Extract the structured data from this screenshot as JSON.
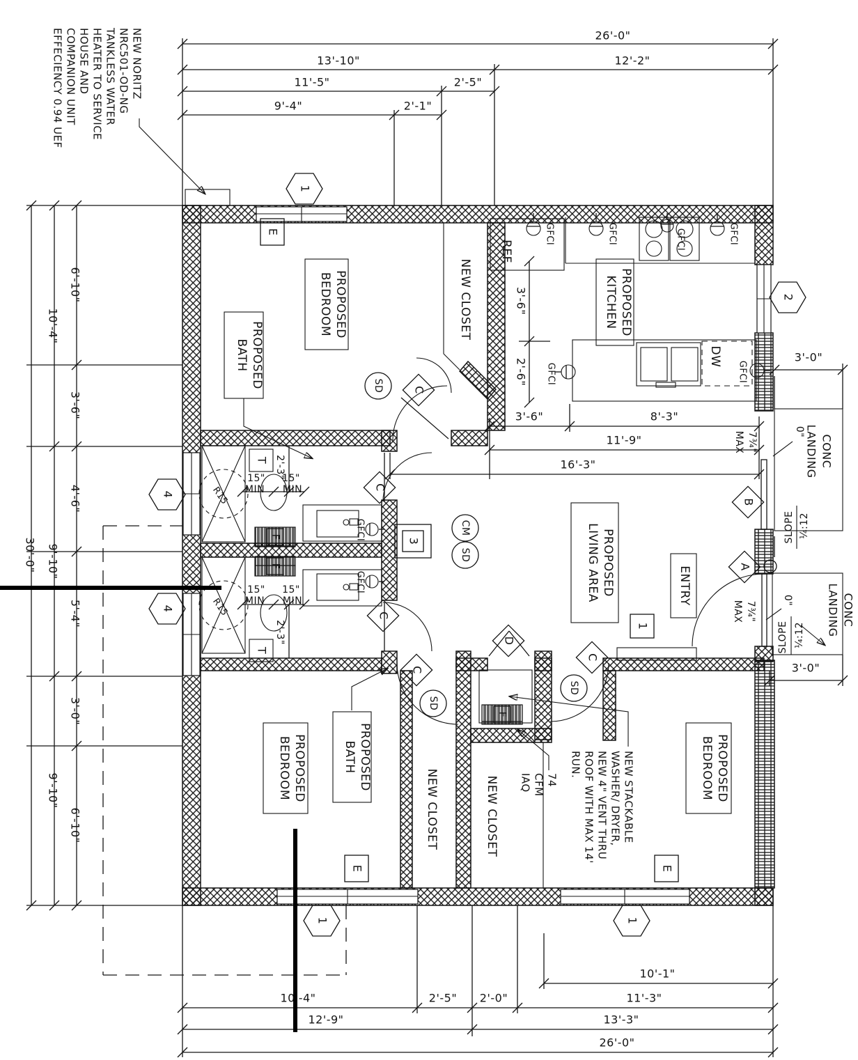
{
  "sheet": {
    "background": "#ffffff",
    "ink": "#141414"
  },
  "notes": {
    "water_heater": {
      "l1": "NEW NORITZ",
      "l2": "NRC501-OD-NG",
      "l3": "TANKLESS WATER",
      "l4": "HEATER TO SERVICE",
      "l5": "HOUSE AND",
      "l6": "COMPANION UNIT",
      "l7": "EFFECIENCY 0.94 UEF"
    },
    "washer": {
      "l1": "NEW STACKABLE",
      "l2": "WASHER/ DRYER,",
      "l3": "NEW 4\" VENT THRU",
      "l4": "ROOF WITH MAX 14'",
      "l5": "RUN."
    },
    "iaq": {
      "l1": "74",
      "l2": "CFM",
      "l3": "IAQ"
    }
  },
  "rooms": {
    "proposed": "PROPOSED",
    "bedroom": "BEDROOM",
    "bath": "BATH",
    "kitchen": "KITCHEN",
    "living": "LIVING AREA",
    "entry": "ENTRY",
    "new_closet": "NEW CLOSET",
    "ref": "REF",
    "dw": "DW"
  },
  "landing": {
    "conc": "CONC",
    "landing": "LANDING",
    "slope": "SLOPE",
    "ratio": "¼:12",
    "zero": "0\"",
    "rise": "7¾\"",
    "max": "MAX"
  },
  "dims": {
    "top": {
      "w26": "26'-0\"",
      "w13_10": "13'-10\"",
      "w12_2": "12'-2\"",
      "w11_5": "11'-5\"",
      "w2_5": "2'-5\"",
      "w9_4": "9'-4\"",
      "w2_1": "2'-1\""
    },
    "left": {
      "h30": "30'-0\"",
      "h10_4": "10'-4\"",
      "h9_10": "9'-10\"",
      "h6_10": "6'-10\"",
      "h3_6": "3'-6\"",
      "h4_6": "4'-6\"",
      "h5_4": "5'-4\"",
      "h3_0": "3'-0\""
    },
    "bottom": {
      "w10_1": "10'-1\"",
      "w10_4": "10'-4\"",
      "w2_5": "2'-5\"",
      "w2_0": "2'-0\"",
      "w11_3": "11'-3\"",
      "w12_9": "12'-9\"",
      "w13_3": "13'-3\"",
      "w26": "26'-0\""
    },
    "kitchen": {
      "v3_6": "3'-6\"",
      "v2_6": "2'-6\"",
      "h3_6": "3'-6\"",
      "h8_3": "8'-3\"",
      "h11_9": "11'-9\"",
      "h16_3": "16'-3\""
    },
    "bath": {
      "v2_3": "2'-3\"",
      "w15": "15\"",
      "min": "MIN"
    },
    "right": {
      "w3_0": "3'-0\""
    }
  },
  "tags": {
    "hex_1": "1",
    "hex_2": "2",
    "hex_4": "4",
    "e": "E",
    "t": "T",
    "f": "F",
    "win_3": "3",
    "win_1": "1",
    "a": "A",
    "b": "B",
    "c": "C",
    "d": "D",
    "sd": "SD",
    "cm": "CM",
    "gfci": "GFCI",
    "r15": "R15"
  }
}
